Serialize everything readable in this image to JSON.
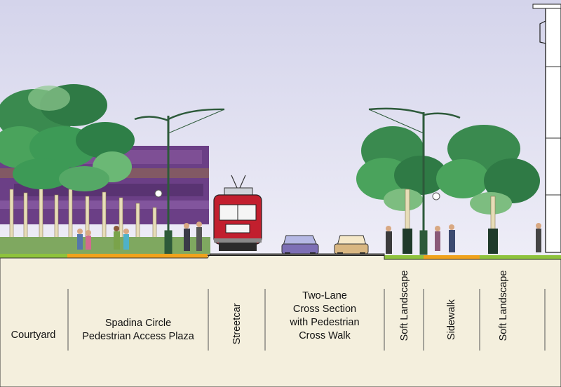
{
  "labels": {
    "courtyard": "Courtyard",
    "plaza_line1": "Spadina Circle",
    "plaza_line2": "Pedestrian Access Plaza",
    "streetcar": "Streetcar",
    "road_line1": "Two-Lane",
    "road_line2": "Cross Section",
    "road_line3": "with Pedestrian",
    "road_line4": "Cross Walk",
    "soft_landscape_left": "Soft Landscape",
    "sidewalk": "Sidewalk",
    "soft_landscape_right": "Soft Landscape"
  },
  "colors": {
    "sky_top": "#d6d6ec",
    "sky_bottom": "#ecebf6",
    "ground": "#f4efdd",
    "tree_canopy": "#3d9a56",
    "hedge_purple": "#6b3f86",
    "streetcar_red": "#c21f2e",
    "paving_orange": "#f0a21c",
    "grass_green": "#8ec23c",
    "pole_green": "#2d5a3a"
  }
}
